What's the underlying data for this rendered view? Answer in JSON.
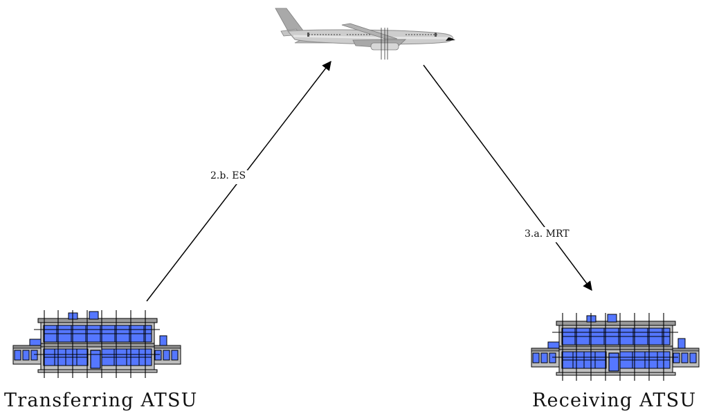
{
  "nodes": {
    "aircraft": {
      "icon": "aircraft-icon"
    },
    "transferring": {
      "label": "Transferring ATSU",
      "icon": "building-icon"
    },
    "receiving": {
      "label": "Receiving ATSU",
      "icon": "building-icon"
    }
  },
  "edges": [
    {
      "from": "transferring",
      "to": "aircraft",
      "label": "2.b. ES"
    },
    {
      "from": "aircraft",
      "to": "receiving",
      "label": "3.a. MRT"
    }
  ],
  "colors": {
    "building_fill": "#5577ff",
    "building_body": "#c0c0c0",
    "building_outline": "#000000",
    "aircraft_fuselage": "#c8c8c8",
    "line": "#000000"
  }
}
